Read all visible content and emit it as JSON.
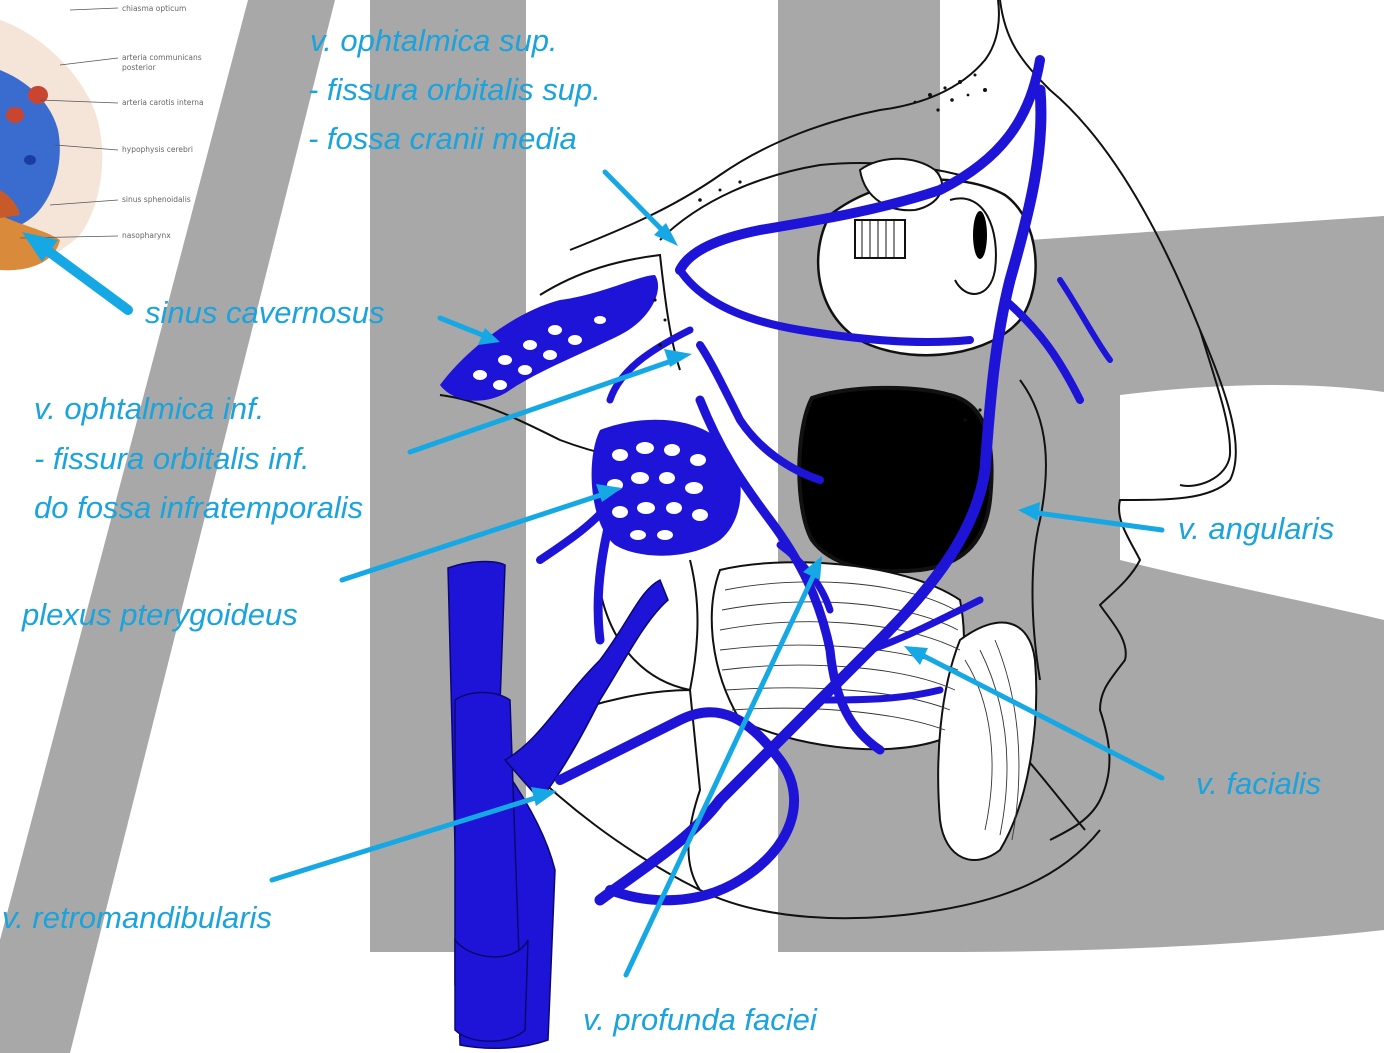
{
  "labels": {
    "ophth_sup": "v. ophtalmica sup.",
    "fissura_sup": "- fissura orbitalis sup.",
    "fossa_media": "- fossa cranii media",
    "sinus_cav": "sinus cavernosus",
    "ophth_inf": "v. ophtalmica inf.",
    "fissura_inf": "- fissura orbitalis inf.",
    "infratemp": "do fossa infratemporalis",
    "plexus": "plexus pterygoideus",
    "angularis": "v. angularis",
    "facialis": "v. facialis",
    "retromand": "v. retromandibularis",
    "profunda": "v. profunda faciei"
  },
  "inset_labels": [
    "chiasma opticum",
    "arteria communicans",
    "posterior",
    "arteria carotis interna",
    "hypophysis cerebri",
    "sinus sphenoidalis",
    "nasopharynx"
  ],
  "colors": {
    "vein": "#1e14d8",
    "label": "#1aa3dc",
    "pointer": "#15a8e4",
    "watermark": "#a8a8a8",
    "outline": "#111111"
  }
}
